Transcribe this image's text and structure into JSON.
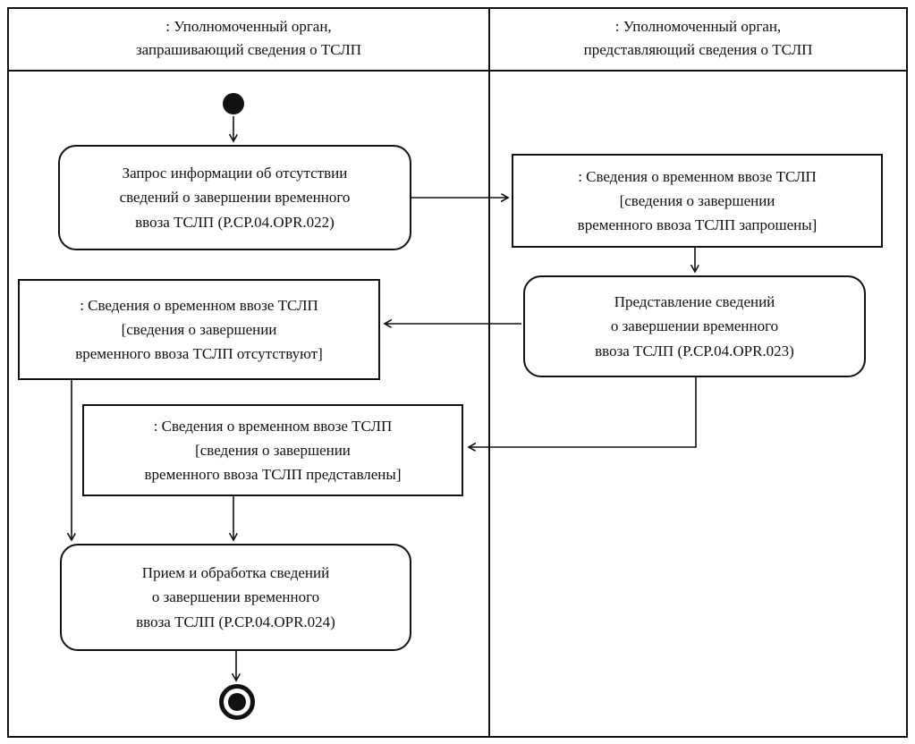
{
  "diagram": {
    "type": "uml-activity-swimlane",
    "line_color": "#111111",
    "background_color": "#ffffff",
    "lanes": [
      {
        "title": ": Уполномоченный орган,\nзапрашивающий сведения о ТСЛП"
      },
      {
        "title": ": Уполномоченный орган,\nпредставляющий сведения о ТСЛП"
      }
    ],
    "nodes": {
      "initial": {
        "kind": "initial-state"
      },
      "action022": {
        "kind": "action",
        "label": "Запрос информации об отсутствии\nсведений о завершении временного\nввоза ТСЛП (P.CP.04.OPR.022)"
      },
      "object_requested": {
        "kind": "object",
        "label": ": Сведения о временном ввозе ТСЛП\n[сведения о завершении\nвременного ввоза ТСЛП запрошены]"
      },
      "action023": {
        "kind": "action",
        "label": "Представление сведений\nо завершении временного\nввоза ТСЛП (P.CP.04.OPR.023)"
      },
      "object_absent": {
        "kind": "object",
        "label": ": Сведения о временном ввозе ТСЛП\n[сведения о завершении\nвременного ввоза ТСЛП отсутствуют]"
      },
      "object_presented": {
        "kind": "object",
        "label": ": Сведения о временном ввозе ТСЛП\n[сведения о завершении\nвременного ввоза ТСЛП представлены]"
      },
      "action024": {
        "kind": "action",
        "label": "Прием и обработка сведений\nо завершении временного\nввоза ТСЛП (P.CP.04.OPR.024)"
      },
      "final": {
        "kind": "final-state"
      }
    },
    "flows": [
      {
        "from": "initial",
        "to": "action022"
      },
      {
        "from": "action022",
        "to": "object_requested"
      },
      {
        "from": "object_requested",
        "to": "action023"
      },
      {
        "from": "action023",
        "to": "object_absent"
      },
      {
        "from": "action023",
        "to": "object_presented"
      },
      {
        "from": "object_absent",
        "to": "action024"
      },
      {
        "from": "object_presented",
        "to": "action024"
      },
      {
        "from": "action024",
        "to": "final"
      }
    ]
  }
}
